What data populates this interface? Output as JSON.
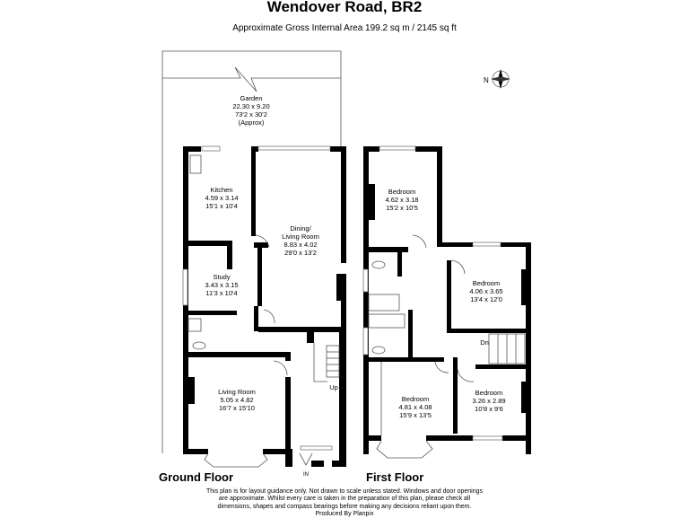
{
  "header": {
    "title": "Wendover Road, BR2",
    "subtitle": "Approximate Gross Internal Area 199.2 sq m / 2145 sq ft"
  },
  "compass": {
    "label": "N"
  },
  "rooms": {
    "garden": {
      "name": "Garden",
      "metric": "22.30 x 9.20",
      "imperial": "73'2 x 30'2",
      "note": "(Approx)"
    },
    "kitchen": {
      "name": "Kitchen",
      "metric": "4.59 x 3.14",
      "imperial": "15'1 x 10'4"
    },
    "dining": {
      "name": "Dining/",
      "name2": "Living Room",
      "metric": "8.83 x 4.02",
      "imperial": "29'0 x 13'2"
    },
    "study": {
      "name": "Study",
      "metric": "3.43 x 3.15",
      "imperial": "11'3 x 10'4"
    },
    "living": {
      "name": "Living Room",
      "metric": "5.05 x 4.82",
      "imperial": "16'7 x 15'10"
    },
    "bedroom1": {
      "name": "Bedroom",
      "metric": "4.62 x 3.18",
      "imperial": "15'2 x 10'5"
    },
    "bedroom2": {
      "name": "Bedroom",
      "metric": "4.06 x 3.65",
      "imperial": "13'4 x 12'0"
    },
    "bedroom3": {
      "name": "Bedroom",
      "metric": "4.81 x 4.08",
      "imperial": "15'9 x 13'5"
    },
    "bedroom4": {
      "name": "Bedroom",
      "metric": "3.26 x 2.89",
      "imperial": "10'8 x 9'6"
    }
  },
  "stairs": {
    "up": "Up",
    "down": "Dn"
  },
  "entrance": {
    "label": "IN"
  },
  "floors": {
    "ground": "Ground Floor",
    "first": "First Floor"
  },
  "footer": {
    "line1": "This plan is for layout guidance only. Not drawn to scale unless stated. Windows and door openings",
    "line2": "are approximate. Whilst every care is taken in the preparation of this plan, please check all",
    "line3": "dimensions, shapes and compass bearings before making any decisions reliant upon them.",
    "line4": "Produced By Planpix"
  }
}
